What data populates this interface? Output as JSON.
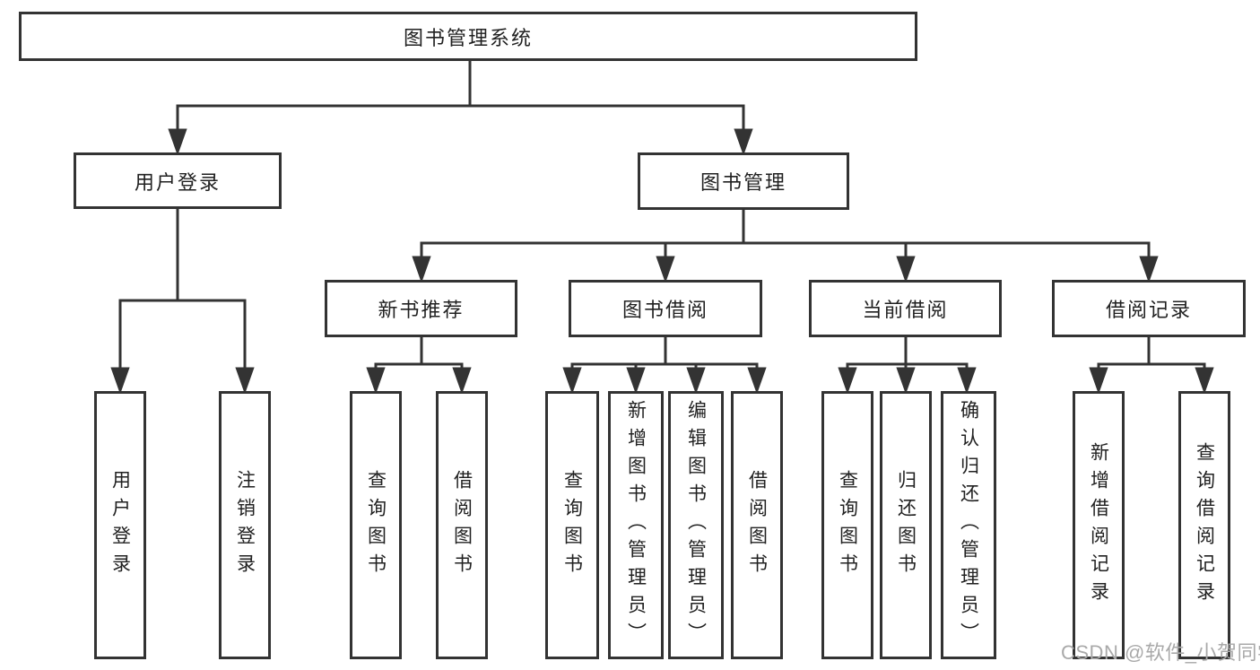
{
  "title": {
    "label": "图书管理系统"
  },
  "branches": [
    {
      "label": "用户登录"
    },
    {
      "label": "图书管理"
    }
  ],
  "sections": [
    {
      "label": "新书推荐"
    },
    {
      "label": "图书借阅"
    },
    {
      "label": "当前借阅"
    },
    {
      "label": "借阅记录"
    }
  ],
  "leaves": {
    "login": [
      {
        "label": "用户登录"
      },
      {
        "label": "注销登录"
      }
    ],
    "recommend": [
      {
        "label": "查询图书"
      },
      {
        "label": "借阅图书"
      }
    ],
    "borrow": [
      {
        "label": "查询图书"
      },
      {
        "label": "新增图书（管理员）"
      },
      {
        "label": "编辑图书（管理员）"
      },
      {
        "label": "借阅图书"
      }
    ],
    "current": [
      {
        "label": "查询图书"
      },
      {
        "label": "归还图书"
      },
      {
        "label": "确认归还（管理员）"
      }
    ],
    "records": [
      {
        "label": "新增借阅记录"
      },
      {
        "label": "查询借阅记录"
      }
    ]
  },
  "watermark": {
    "text": "CSDN @软件_小贺同学"
  },
  "colors": {
    "line": "#333333",
    "text": "#212121",
    "box_background": "#ffffff",
    "page_background": "#ffffff",
    "watermark": "#a9a9a9"
  }
}
